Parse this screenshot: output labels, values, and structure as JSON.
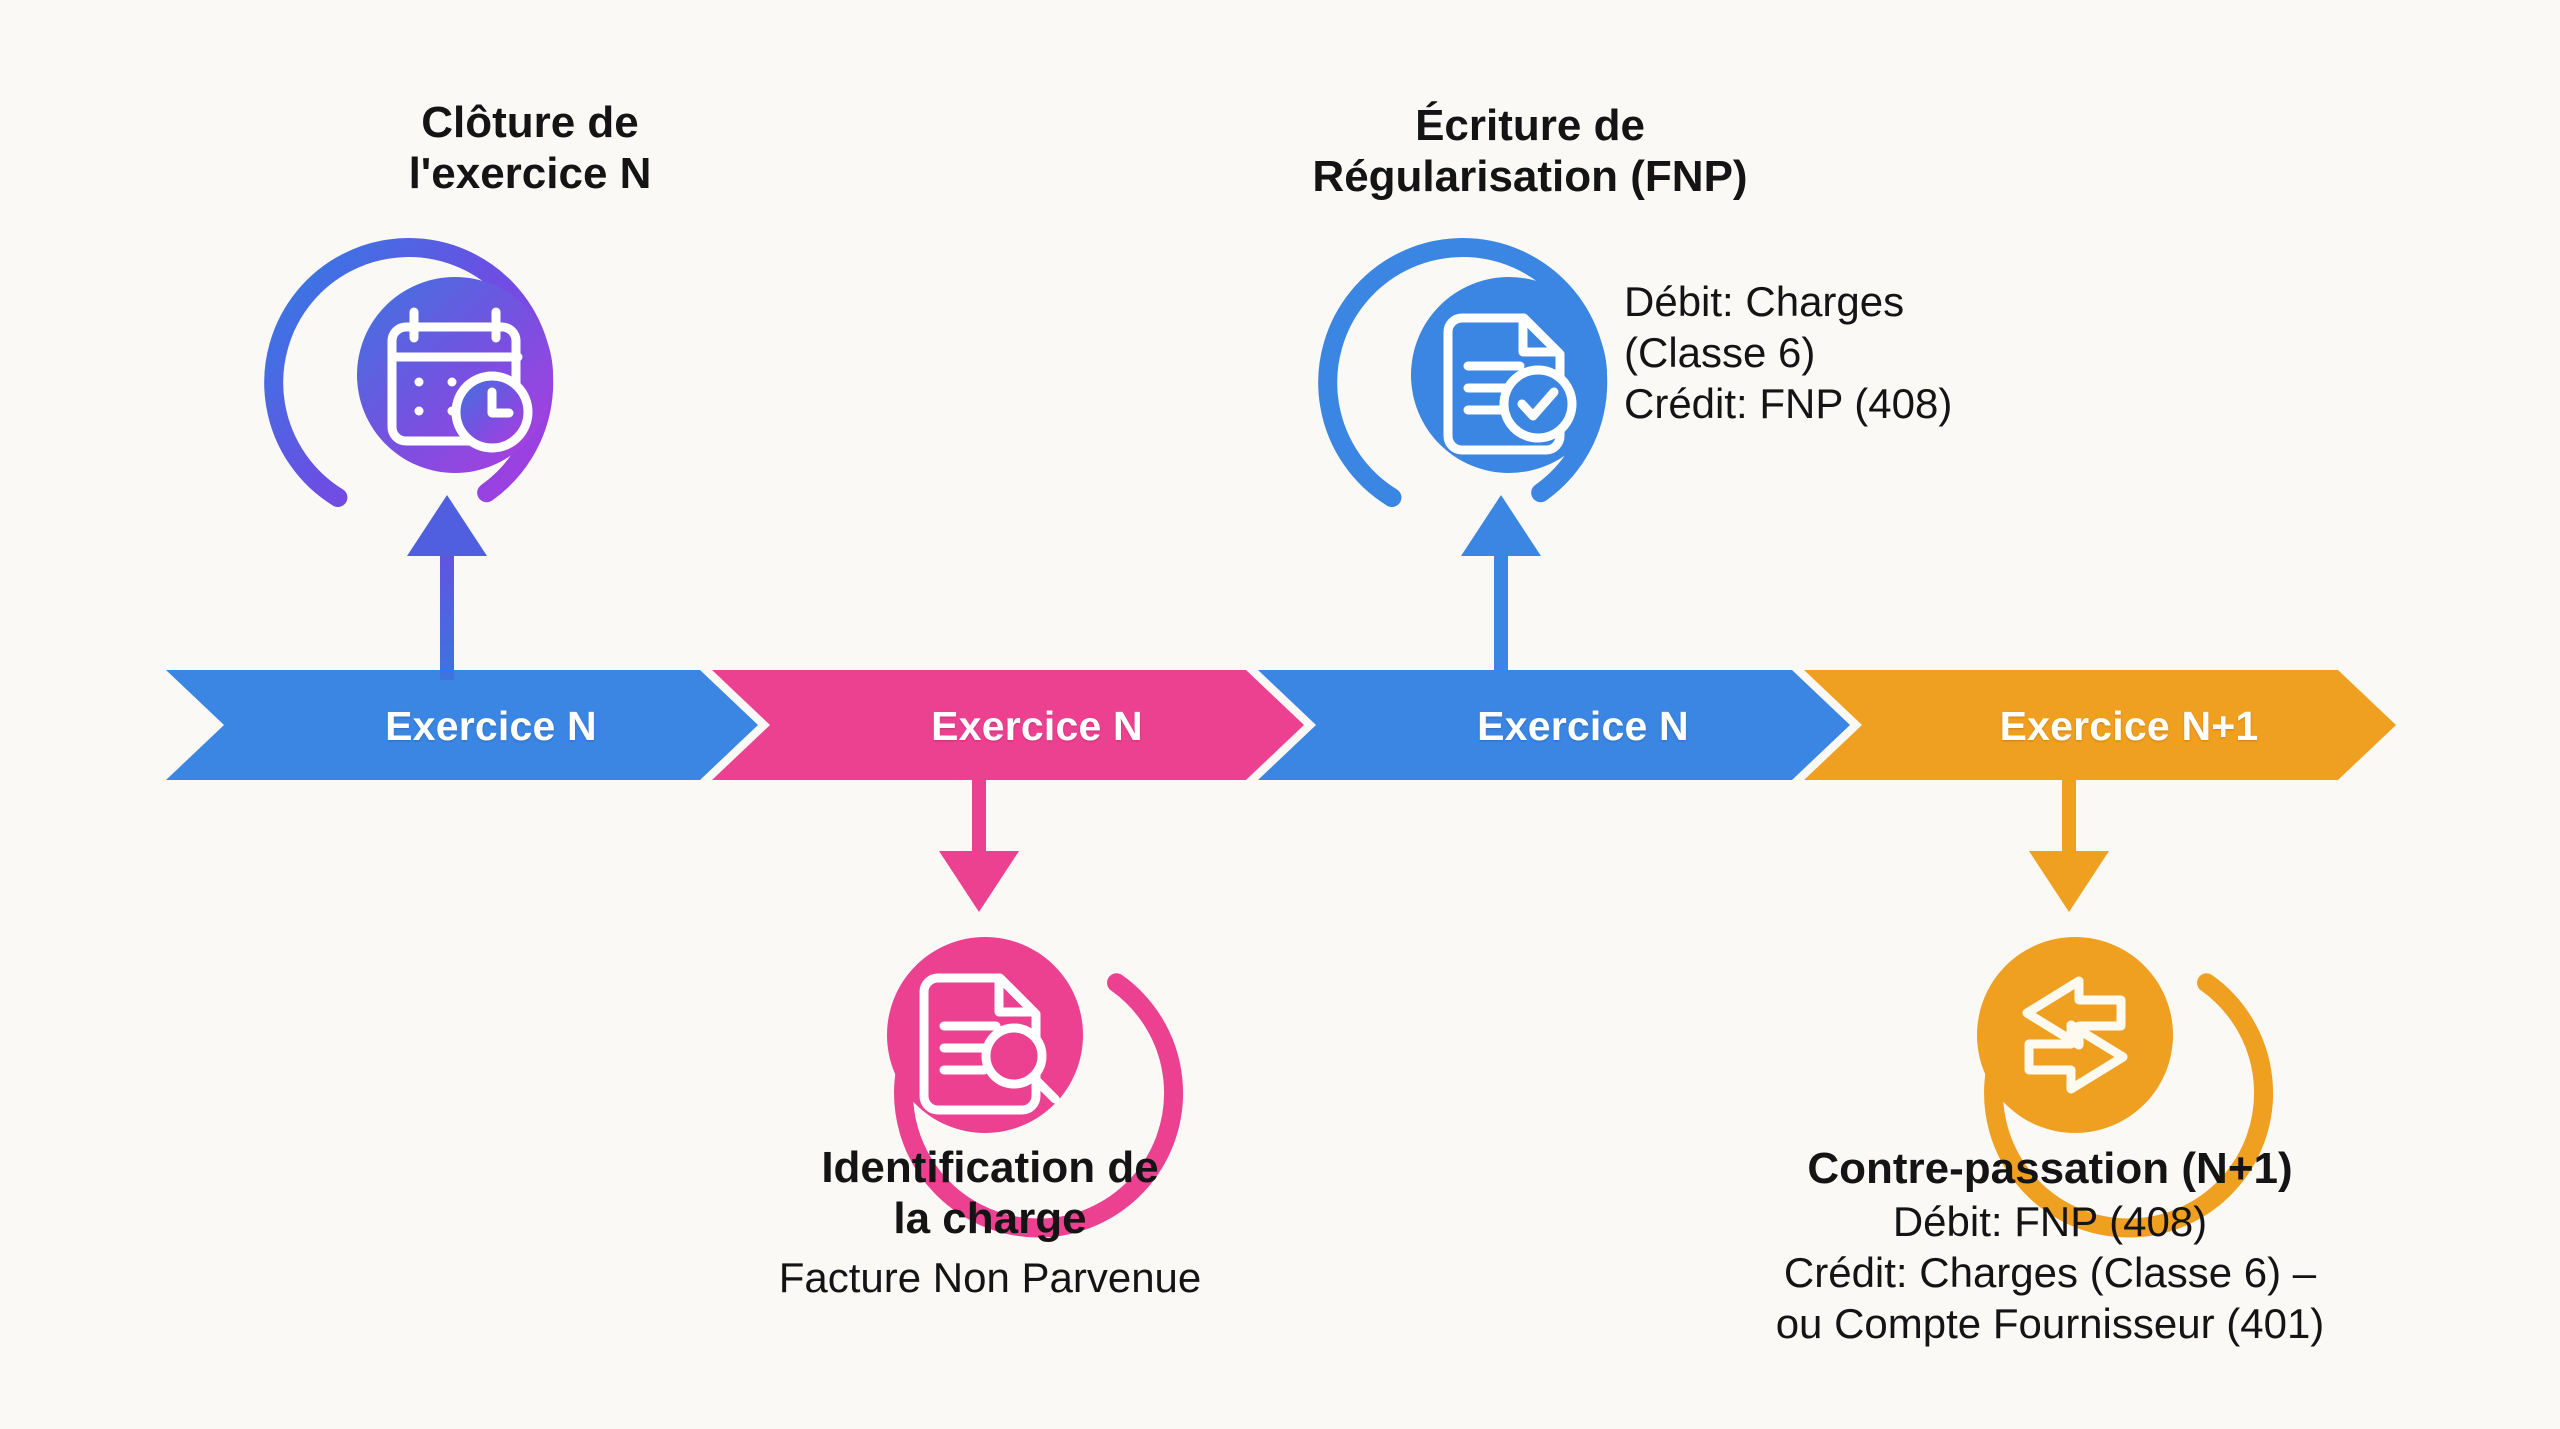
{
  "page": {
    "background": "#faf9f6",
    "text_color": "#141414"
  },
  "palette": {
    "blue": "#3b86e2",
    "pink": "#ec4191",
    "orange": "#f0a020",
    "purple_grad_start": "#3d74e0",
    "purple_grad_end": "#a43ce0",
    "white": "#ffffff"
  },
  "timeline": {
    "bands": [
      {
        "label": "Exercice N",
        "color": "#3b86e2"
      },
      {
        "label": "Exercice N",
        "color": "#ec4191"
      },
      {
        "label": "Exercice N",
        "color": "#3b86e2"
      },
      {
        "label": "Exercice N+1",
        "color": "#f0a020"
      }
    ]
  },
  "nodes": [
    {
      "id": "cloture",
      "position": "above",
      "icon": "calendar-clock-icon",
      "color": "#7a4fe0",
      "title_line1": "Clôture de",
      "title_line2": "l'exercice N",
      "title": "Clôture de\nl'exercice N",
      "details": []
    },
    {
      "id": "identification",
      "position": "below",
      "icon": "document-search-icon",
      "color": "#ec4191",
      "title_line1": "Identification de",
      "title_line2": "la charge",
      "title": "Identification de\nla charge",
      "subtitle": "Facture Non Parvenue",
      "details": [
        "Facture Non Parvenue"
      ]
    },
    {
      "id": "ecriture-regularisation",
      "position": "above",
      "icon": "document-check-icon",
      "color": "#3b86e2",
      "title_line1": "Écriture de",
      "title_line2": "Régularisation (FNP)",
      "title": "Écriture de\nRégularisation (FNP)",
      "details": [
        "Débit: Charges",
        "(Classe 6)",
        "Crédit: FNP (408)"
      ]
    },
    {
      "id": "contre-passation",
      "position": "below",
      "icon": "exchange-arrows-icon",
      "color": "#f0a020",
      "title": "Contre-passation (N+1)",
      "details": [
        "Débit: FNP (408)",
        "Crédit: Charges (Classe 6) –",
        "ou Compte Fournisseur (401)"
      ]
    }
  ]
}
